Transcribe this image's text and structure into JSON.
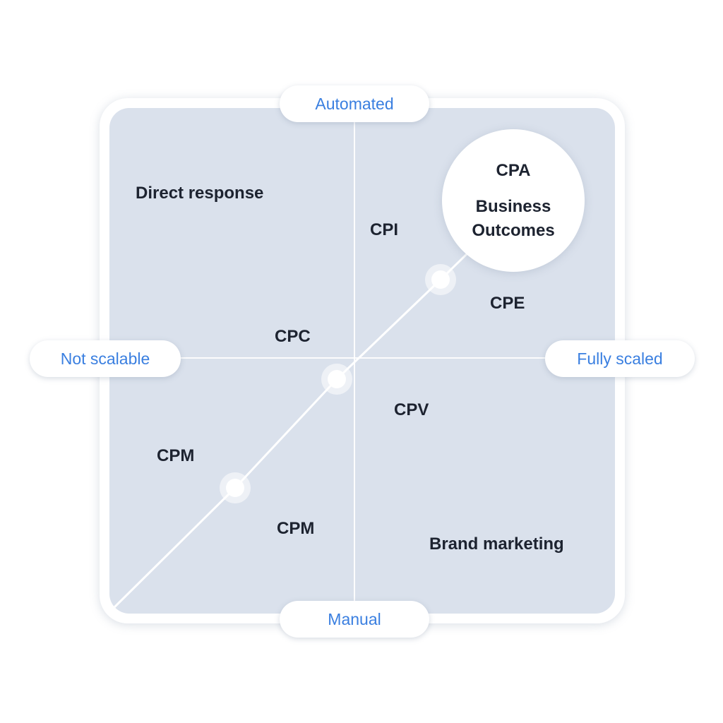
{
  "axes": {
    "top": "Automated",
    "bottom": "Manual",
    "left": "Not scalable",
    "right": "Fully scaled"
  },
  "quadrant_labels": {
    "top_left": "Direct response",
    "bottom_right": "Brand marketing"
  },
  "models": {
    "cpi": "CPI",
    "cpe": "CPE",
    "cpc": "CPC",
    "cpv": "CPV",
    "cpm_left": "CPM",
    "cpm_lower": "CPM"
  },
  "highlight": {
    "title": "CPA",
    "subtitle_line1": "Business",
    "subtitle_line2": "Outcomes"
  },
  "colors": {
    "panel": "#dae1ec",
    "accent_text": "#3a7fe0",
    "label_text": "#1d2330",
    "line": "#ffffff"
  }
}
